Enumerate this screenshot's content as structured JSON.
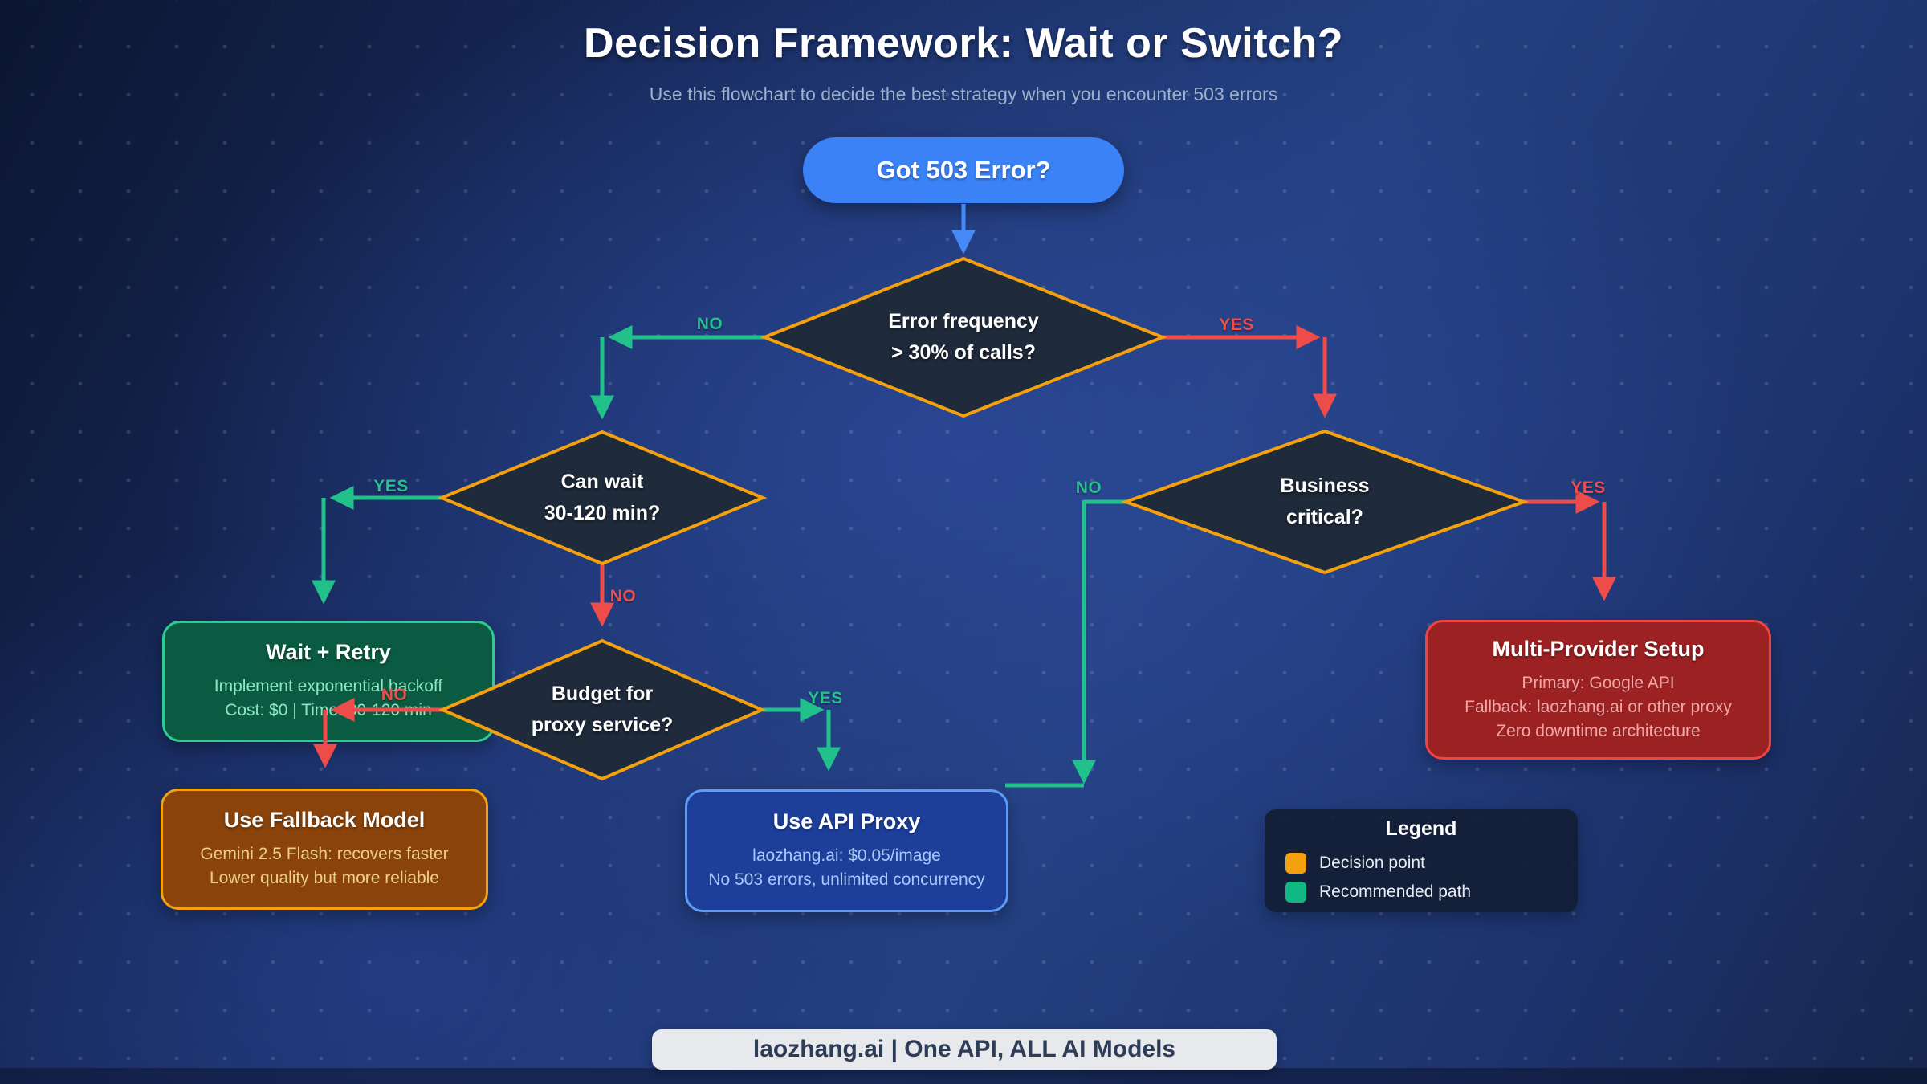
{
  "page": {
    "title": "Decision Framework: Wait or Switch?",
    "subtitle": "Use this flowchart to decide the best strategy when you encounter 503 errors"
  },
  "start": {
    "label": "Got 503 Error?"
  },
  "decisions": {
    "error_frequency": {
      "line1": "Error frequency",
      "line2": "> 30% of calls?"
    },
    "can_wait": {
      "line1": "Can wait",
      "line2": "30-120 min?"
    },
    "budget": {
      "line1": "Budget for",
      "line2": "proxy service?"
    },
    "business": {
      "line1": "Business",
      "line2": "critical?"
    }
  },
  "edge_labels": {
    "yes": "YES",
    "no": "NO"
  },
  "outcomes": {
    "wait_retry": {
      "title": "Wait + Retry",
      "lines": [
        "Implement exponential backoff",
        "Cost: $0 | Time: 30-120 min"
      ]
    },
    "fallback": {
      "title": "Use Fallback Model",
      "lines": [
        "Gemini 2.5 Flash: recovers faster",
        "Lower quality but more reliable"
      ]
    },
    "api_proxy": {
      "title": "Use API Proxy",
      "lines": [
        "laozhang.ai: $0.05/image",
        "No 503 errors, unlimited concurrency"
      ]
    },
    "multi_provider": {
      "title": "Multi-Provider Setup",
      "lines": [
        "Primary: Google API",
        "Fallback: laozhang.ai or other proxy",
        "Zero downtime architecture"
      ]
    }
  },
  "legend": {
    "title": "Legend",
    "items": [
      {
        "label": "Decision point",
        "color": "#f5a10d"
      },
      {
        "label": "Recommended path",
        "color": "#10b981"
      }
    ]
  },
  "footer": {
    "text": "laozhang.ai | One API, ALL AI Models"
  },
  "colors": {
    "start_blue": "#3b82f6",
    "decision_border": "#f5a10d",
    "path_green": "#22c08b",
    "path_red": "#ee4b4b"
  }
}
